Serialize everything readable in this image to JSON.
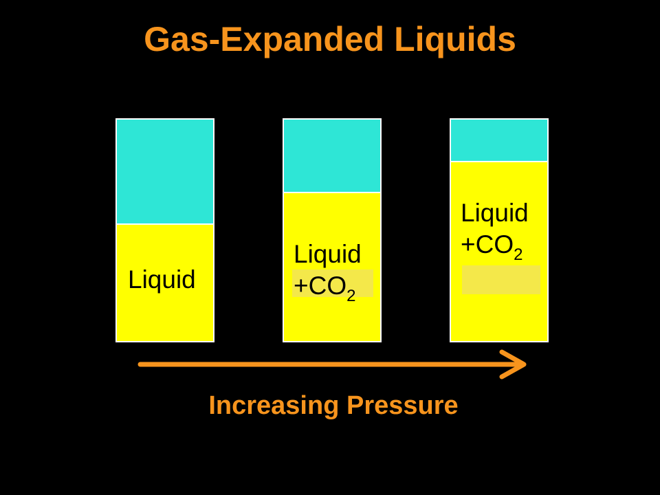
{
  "title": "Gas-Expanded Liquids",
  "containers": [
    {
      "label_line1": "Liquid"
    },
    {
      "label_line1": "Liquid",
      "label_line2": "+CO",
      "label_sub": "2"
    },
    {
      "label_line1": "Liquid",
      "label_line2": "+CO",
      "label_sub": "2"
    }
  ],
  "caption": "Increasing Pressure",
  "colors": {
    "background": "#000000",
    "accent": "#f7941d",
    "gas": "#2ee6d6",
    "liquid": "#ffff00"
  }
}
